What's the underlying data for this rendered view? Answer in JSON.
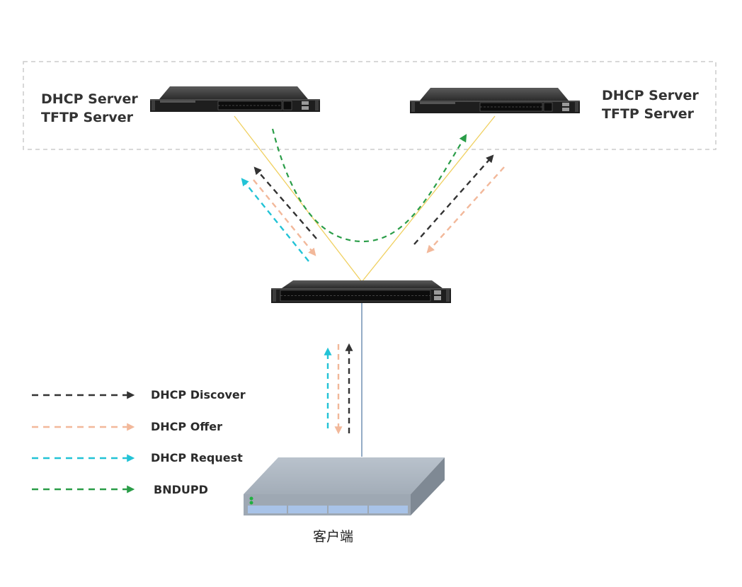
{
  "servers": {
    "left": {
      "line1": "DHCP Server",
      "line2": "TFTP Server"
    },
    "right": {
      "line1": "DHCP Server",
      "line2": "TFTP Server"
    }
  },
  "client": {
    "label": "客户端"
  },
  "legend": [
    {
      "label": "DHCP Discover",
      "color": "#333333"
    },
    {
      "label": "DHCP Offer",
      "color": "#f2b89a"
    },
    {
      "label": "DHCP Request",
      "color": "#22c3d6"
    },
    {
      "label": "BNDUPD",
      "color": "#2a9d48"
    }
  ],
  "colors": {
    "link_yellow": "#f0d060",
    "link_blue": "#5a7fa8",
    "server_group_border": "#cccccc"
  }
}
